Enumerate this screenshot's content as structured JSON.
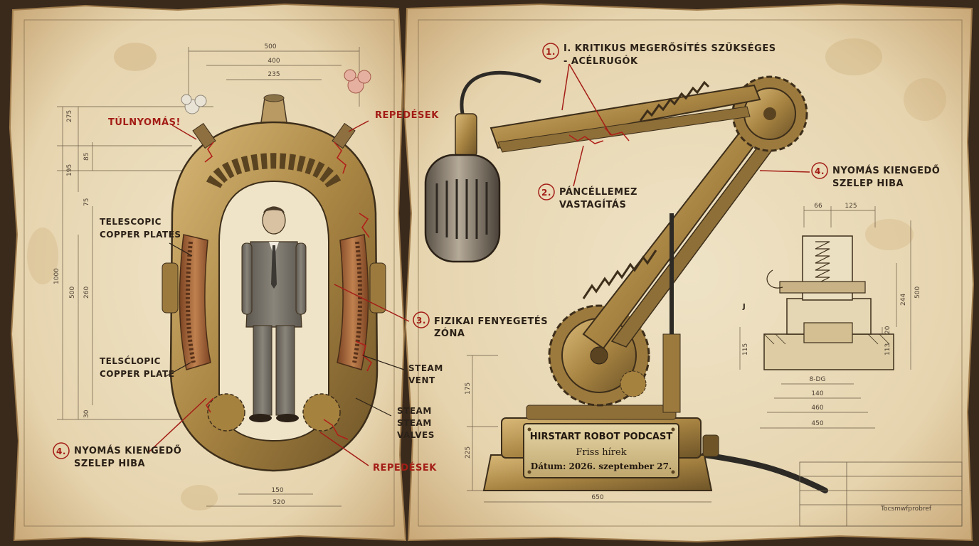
{
  "plaque": {
    "title": "HIRSTART ROBOT PODCAST",
    "subtitle": "Friss hírek",
    "date": "Dátum: 2026. szeptember 27."
  },
  "callouts": {
    "c1": {
      "num": "1.",
      "line1": "I. KRITIKUS MEGERŐSÍTÉS SZÜKSÉGES",
      "line2": "- ACÉLRUGÓK"
    },
    "c2": {
      "num": "2.",
      "line1": "PÁNCÉLLEMEZ",
      "line2": "VASTAGÍTÁS"
    },
    "c3": {
      "num": "3.",
      "line1": "FIZIKAI FENYEGETÉS",
      "line2": "ZÓNA"
    },
    "c4_left": {
      "num": "4.",
      "line1": "NYOMÁS KIENGEDŐ",
      "line2": "SZELEP HIBA"
    },
    "c4_right": {
      "num": "4.",
      "line1": "NYOMÁS KIENGEDŐ",
      "line2": "SZELEP HIBA"
    }
  },
  "labels": {
    "overpressure": "TÚLNYOMÁS!",
    "cracks_top": "REPEDÉSEK",
    "cracks_bottom": "REPEDÉSEK",
    "telescopic_1": "TELESCOPIC",
    "telescopic_2": "COPPER PLATES",
    "telsclopic_1": "TELSĆLOPIC",
    "telsclopic_2": "COPPER PLATE",
    "steam_vent_1": "STEAM",
    "steam_vent_2": "VENT",
    "steam_valves_1": "STEAM",
    "steam_valves_2": "STEAM",
    "steam_valves_3": "VALVES",
    "valve_mark": "J",
    "title_block": "Tocsmwfprobref"
  },
  "dimensions": {
    "top_500": "500",
    "top_400": "400",
    "top_235": "235",
    "left_275": "275",
    "left_85": "85",
    "left_195": "195",
    "left_75": "75",
    "left_1000": "1000",
    "left_500": "500",
    "left_260": "260",
    "left_30": "30",
    "bottom_150": "150",
    "bottom_520": "520",
    "robot_175": "175",
    "robot_225": "225",
    "robot_650": "650",
    "right_66": "66",
    "right_125": "125",
    "right_500": "500",
    "right_244": "244",
    "right_115": "115",
    "right_113": "113",
    "right_20": "20",
    "right_8dg": "8-DG",
    "right_140": "140",
    "right_460": "460",
    "right_450": "450"
  },
  "colors": {
    "paper": "#e8d9b9",
    "paper_edge": "#c9a877",
    "ink": "#2b2117",
    "annotation_red": "#a31d16",
    "brass": "#b08b4a",
    "copper": "#a9673a",
    "plaque": "#d8c69a"
  }
}
